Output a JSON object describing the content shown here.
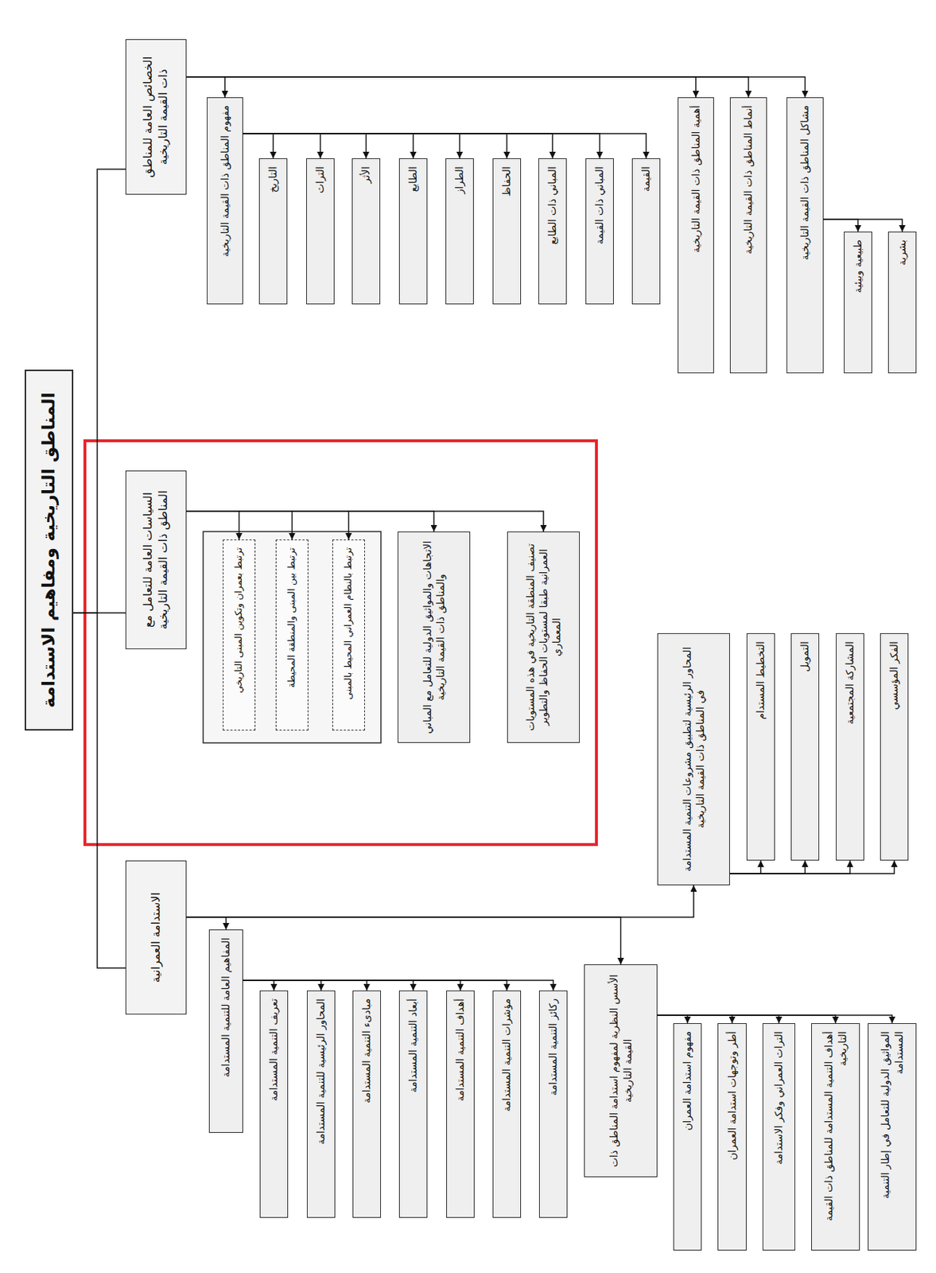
{
  "diagram": {
    "nodes": [
      {
        "text": [
          "المناطق التاريخية ومفاهيم الاستدامة"
        ]
      },
      {
        "text": [
          "الخصائص العامة للمناطق ذات القيمة التاريخية"
        ]
      },
      {
        "text": [
          "مفهوم المناطق ذات القيمة التاريخية"
        ]
      },
      {
        "text": [
          "التاريخ"
        ]
      },
      {
        "text": [
          "التراث"
        ]
      },
      {
        "text": [
          "الأثر"
        ]
      },
      {
        "text": [
          "الطابع"
        ]
      },
      {
        "text": [
          "الطراز"
        ]
      },
      {
        "text": [
          "الحفاظ"
        ]
      },
      {
        "text": [
          "المباني ذات الطابع"
        ]
      },
      {
        "text": [
          "المباني ذات القيمة"
        ]
      },
      {
        "text": [
          "القيمة"
        ]
      },
      {
        "text": [
          "أهمية المناطق ذات القيمة التاريخية"
        ]
      },
      {
        "text": [
          "أنماط المناطق ذات القيمة التاريخية"
        ]
      },
      {
        "text": [
          "مشاكل المناطق ذات القيمة التاريخية"
        ]
      },
      {
        "text": [
          "طبيعية وبيئية"
        ]
      },
      {
        "text": [
          "بشرية"
        ]
      },
      {
        "text": [
          "السياسات العامة للتعامل مع المناطق ذات القيمة التاريخية"
        ]
      },
      {
        "text": [
          "ترتبط بعمران وتكوين المبنى التاريخي"
        ]
      },
      {
        "text": [
          "ترتبط بين المبنى والمنطقة المحيطة"
        ]
      },
      {
        "text": [
          "ترتبط بالنظام العمراني المحيط بالمبنى"
        ]
      },
      {
        "text": [
          "الاتجاهات والمواثيق الدولية للتعامل مع المباني والمناطق ذات القيمة التاريخية"
        ]
      },
      {
        "text": [
          "تصنيف المنطقة التاريخية في هذه المستويات العمرانية طبقا لمستويات الحفاظ والتطوير المعماري"
        ]
      },
      {
        "text": [
          "الاستدامة العمرانية"
        ]
      },
      {
        "text": [
          "المفاهيم العامة للتنمية المستدامة"
        ]
      },
      {
        "text": [
          "تعريف التنمية المستدامة"
        ]
      },
      {
        "text": [
          "المحاور الرئيسية للتنمية المستدامة"
        ]
      },
      {
        "text": [
          "مبادىء التنمية المستدامة"
        ]
      },
      {
        "text": [
          "أبعاد التنمية المستدامة"
        ]
      },
      {
        "text": [
          "أهداف التنمية المستدامة"
        ]
      },
      {
        "text": [
          "مؤشرات التنمية المستدامة"
        ]
      },
      {
        "text": [
          "ركائز التنمية المستدامة"
        ]
      },
      {
        "text": [
          "الأسس النظرية لمفهوم استدامة المناطق ذات القيمة التاريخية"
        ]
      },
      {
        "text": [
          "مفهوم استدامة العمران"
        ]
      },
      {
        "text": [
          "أطر وتوجهات استدامة العمران"
        ]
      },
      {
        "text": [
          "التراث العمراني وفكر الاستدامة"
        ]
      },
      {
        "text": [
          "أهداف التنمية المستدامة للمناطق ذات القيمة التاريخية"
        ]
      },
      {
        "text": [
          "المواثيق الدولية للتعامل في إطار التنمية المستدامة"
        ]
      },
      {
        "text": [
          "المحاور الرئيسية لتطبيق مشروعات التنمية المستدامة في المناطق ذات القيمة التاريخية"
        ]
      },
      {
        "text": [
          "التخطيط المستدام"
        ]
      },
      {
        "text": [
          "التمويل"
        ]
      },
      {
        "text": [
          "المشاركة المجتمعية"
        ]
      },
      {
        "text": [
          "الفكر المؤسسي"
        ]
      }
    ],
    "edges": [
      {
        "from": 0,
        "to": 1,
        "arrow": "none"
      },
      {
        "from": 0,
        "to": 17,
        "arrow": "none"
      },
      {
        "from": 0,
        "to": 23,
        "arrow": "none"
      },
      {
        "from": 1,
        "to": 2,
        "arrow": "to"
      },
      {
        "from": 1,
        "to": 12,
        "arrow": "to"
      },
      {
        "from": 1,
        "to": 13,
        "arrow": "to"
      },
      {
        "from": 1,
        "to": 14,
        "arrow": "to"
      },
      {
        "from": 2,
        "to": 3,
        "arrow": "to"
      },
      {
        "from": 2,
        "to": 4,
        "arrow": "to"
      },
      {
        "from": 2,
        "to": 5,
        "arrow": "to"
      },
      {
        "from": 2,
        "to": 6,
        "arrow": "to"
      },
      {
        "from": 2,
        "to": 7,
        "arrow": "to"
      },
      {
        "from": 2,
        "to": 8,
        "arrow": "to"
      },
      {
        "from": 2,
        "to": 9,
        "arrow": "to"
      },
      {
        "from": 2,
        "to": 10,
        "arrow": "to"
      },
      {
        "from": 2,
        "to": 11,
        "arrow": "to"
      },
      {
        "from": 14,
        "to": 15,
        "arrow": "to"
      },
      {
        "from": 14,
        "to": 16,
        "arrow": "to"
      },
      {
        "from": 17,
        "to": 18,
        "arrow": "to"
      },
      {
        "from": 17,
        "to": 19,
        "arrow": "to"
      },
      {
        "from": 17,
        "to": 20,
        "arrow": "to"
      },
      {
        "from": 17,
        "to": 21,
        "arrow": "to"
      },
      {
        "from": 17,
        "to": 22,
        "arrow": "to"
      },
      {
        "from": 23,
        "to": 24,
        "arrow": "to"
      },
      {
        "from": 23,
        "to": 32,
        "arrow": "to"
      },
      {
        "from": 23,
        "to": 38,
        "arrow": "to"
      },
      {
        "from": 24,
        "to": 25,
        "arrow": "to"
      },
      {
        "from": 24,
        "to": 26,
        "arrow": "to"
      },
      {
        "from": 24,
        "to": 27,
        "arrow": "to"
      },
      {
        "from": 24,
        "to": 28,
        "arrow": "to"
      },
      {
        "from": 24,
        "to": 29,
        "arrow": "to"
      },
      {
        "from": 24,
        "to": 30,
        "arrow": "to"
      },
      {
        "from": 24,
        "to": 31,
        "arrow": "to"
      },
      {
        "from": 32,
        "to": 33,
        "arrow": "to"
      },
      {
        "from": 32,
        "to": 34,
        "arrow": "to"
      },
      {
        "from": 32,
        "to": 35,
        "arrow": "to"
      },
      {
        "from": 32,
        "to": 36,
        "arrow": "to"
      },
      {
        "from": 32,
        "to": 37,
        "arrow": "to"
      },
      {
        "from": 38,
        "to": 39,
        "arrow": "to"
      },
      {
        "from": 38,
        "to": 40,
        "arrow": "to"
      },
      {
        "from": 38,
        "to": 41,
        "arrow": "to"
      },
      {
        "from": 38,
        "to": 42,
        "arrow": "to"
      }
    ]
  }
}
